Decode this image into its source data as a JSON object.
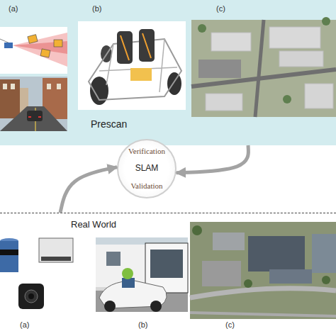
{
  "diagram": {
    "nodes": [
      {
        "text": [
          "Prescan"
        ]
      },
      {
        "text": [
          "Verification",
          "SLAM",
          "Validation"
        ]
      },
      {
        "text": [
          "Real World"
        ]
      }
    ],
    "edges": [
      {
        "from": 0,
        "to": 1,
        "arrow": "to"
      },
      {
        "from": 2,
        "to": 1,
        "arrow": "to"
      }
    ],
    "labels": [
      "(a)",
      "(b)",
      "(c)",
      "(a)",
      "(b)",
      "(c)"
    ]
  }
}
